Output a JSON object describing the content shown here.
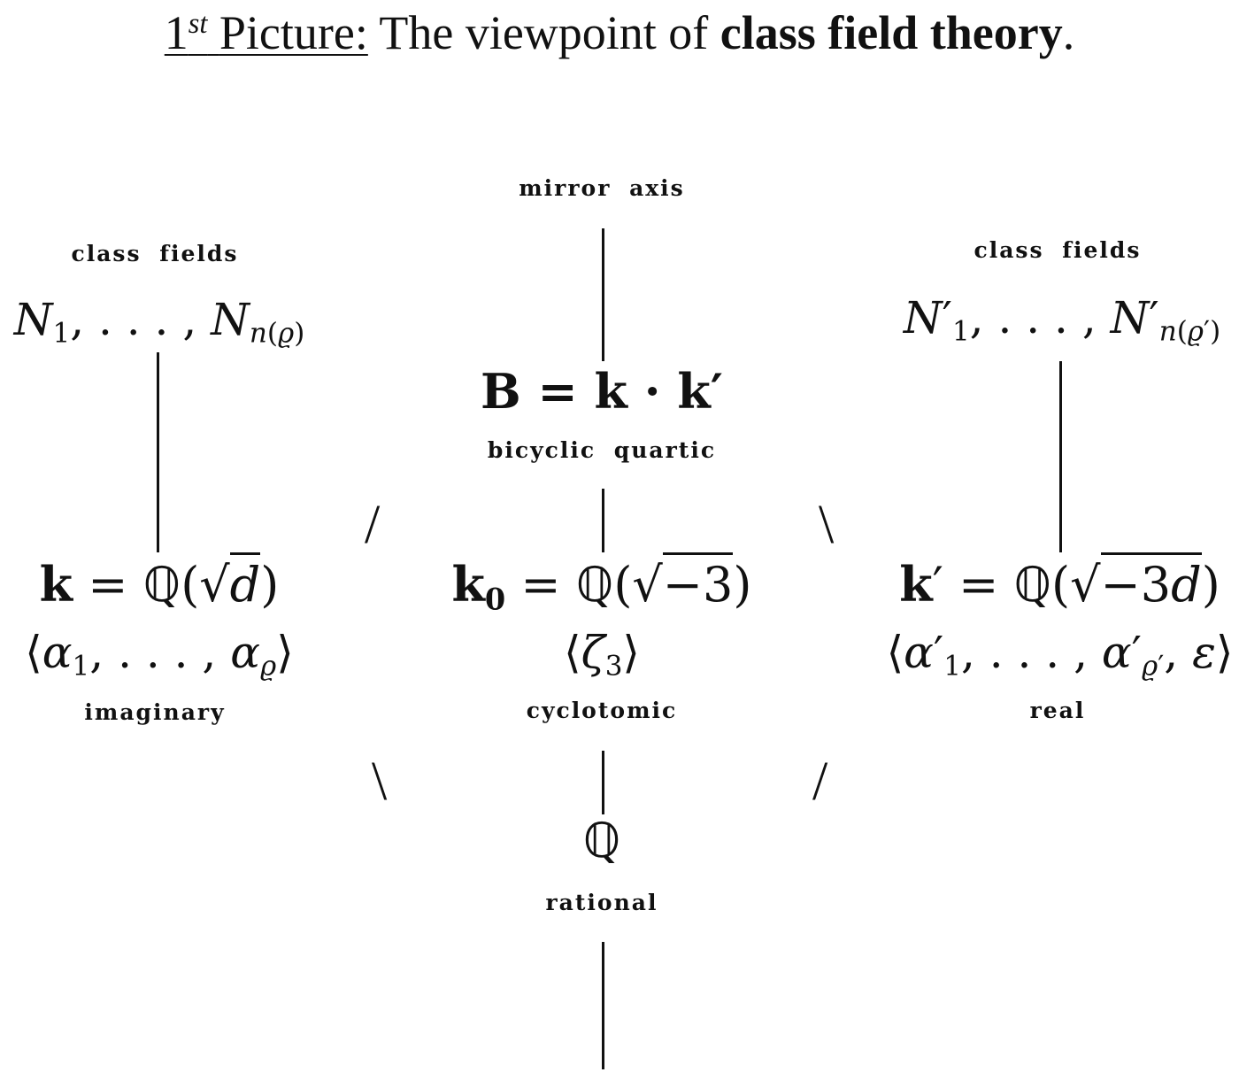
{
  "title": {
    "prefix_number": "1",
    "prefix_sup": "st",
    "prefix_word": "Picture:",
    "text": " The viewpoint of ",
    "bold": "class field theory",
    "end": "."
  },
  "nodes": {
    "mirror_axis_label": "mirror axis",
    "class_fields_left_label": "class fields",
    "class_fields_right_label": "class fields",
    "bicyclic_label": "bicyclic quartic",
    "imaginary_label": "imaginary",
    "cyclotomic_label": "cyclotomic",
    "real_label": "real",
    "rational_label": "rational",
    "rational_symbol": "ℚ"
  },
  "formulas": {
    "left_class": "N₁, . . . , N_{n(ϱ)}",
    "right_class": "N′₁, . . . , N′_{n(ϱ′)}",
    "bicyclic": "B = k · k′",
    "imaginary_field": "k = ℚ(√d)",
    "imaginary_units": "⟨α₁, . . . , α_ϱ⟩",
    "cyclotomic_field": "k₀ = ℚ(√−3)",
    "cyclotomic_units": "⟨ζ₃⟩",
    "real_field": "k′ = ℚ(√−3d)",
    "real_units": "⟨α′₁, . . . , α′_{ϱ′}, ε⟩"
  }
}
